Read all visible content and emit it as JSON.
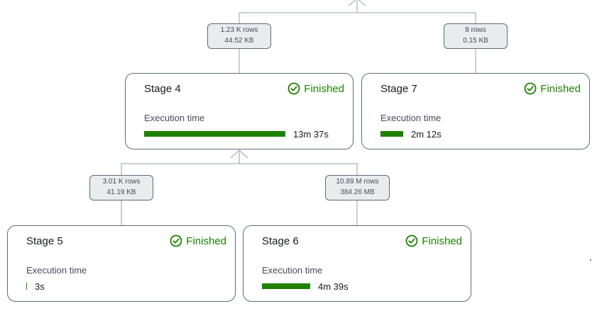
{
  "colors": {
    "success": "#1d8102",
    "border": "#5f6b7a",
    "badge_bg": "#e9ebed",
    "connector": "#aab7b8"
  },
  "edges": [
    {
      "rows": "1.23 K rows",
      "size": "44.52 KB"
    },
    {
      "rows": "8 rows",
      "size": "0.15 KB"
    },
    {
      "rows": "3.01 K rows",
      "size": "41.19 KB"
    },
    {
      "rows": "10.89 M rows",
      "size": "384.26 MB"
    }
  ],
  "stages": [
    {
      "name": "Stage 4",
      "status": "Finished",
      "status_icon": "check-circle-icon",
      "exec_label": "Execution time",
      "exec_time": "13m 37s",
      "exec_fraction": 1.0
    },
    {
      "name": "Stage 7",
      "status": "Finished",
      "status_icon": "check-circle-icon",
      "exec_label": "Execution time",
      "exec_time": "2m 12s",
      "exec_fraction": 0.162
    },
    {
      "name": "Stage 5",
      "status": "Finished",
      "status_icon": "check-circle-icon",
      "exec_label": "Execution time",
      "exec_time": "3s",
      "exec_fraction": 0.004
    },
    {
      "name": "Stage 6",
      "status": "Finished",
      "status_icon": "check-circle-icon",
      "exec_label": "Execution time",
      "exec_time": "4m 39s",
      "exec_fraction": 0.342
    }
  ]
}
